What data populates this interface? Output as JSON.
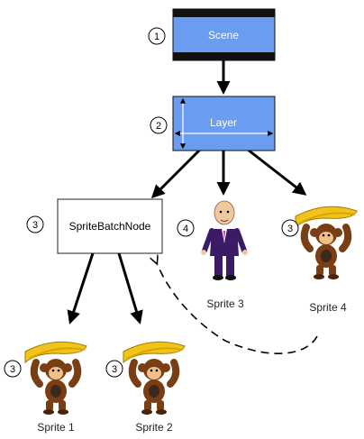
{
  "nodes": {
    "scene": {
      "label": "Scene",
      "step": "1"
    },
    "layer": {
      "label": "Layer",
      "step": "2"
    },
    "batch": {
      "label": "SpriteBatchNode",
      "step": "3"
    },
    "man": {
      "label": "Sprite 3",
      "step": "4"
    },
    "monkey4": {
      "label": "Sprite 4",
      "step": "3"
    },
    "monkey1": {
      "label": "Sprite 1",
      "step": "3"
    },
    "monkey2": {
      "label": "Sprite 2",
      "step": "3"
    }
  },
  "colors": {
    "box_blue": "#6a9cf0",
    "box_border": "#111111",
    "arrow": "#000000",
    "banana": "#f2c41b",
    "monkey_fur": "#7a3e14",
    "monkey_face": "#f0c08a",
    "suit": "#3b1a66"
  }
}
